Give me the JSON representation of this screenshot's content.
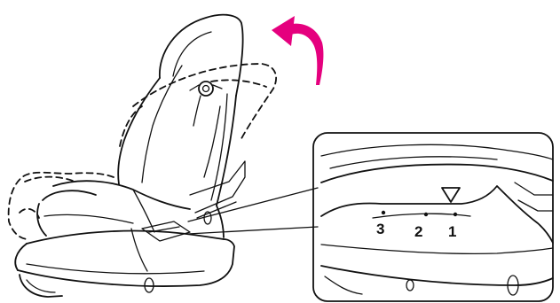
{
  "colors": {
    "arrow": "#e5007e",
    "line": "#111111",
    "background": "#ffffff"
  },
  "icons": {
    "recline_arrow": "curved-arrow-icon",
    "indicator": "triangle-down-icon"
  },
  "recline_positions": [
    "3",
    "2",
    "1"
  ]
}
